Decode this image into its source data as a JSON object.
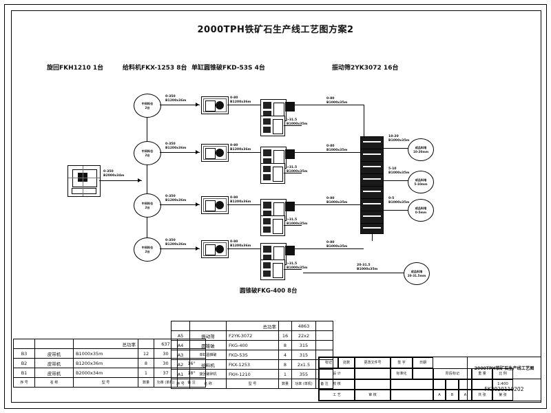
{
  "drawing": {
    "title": "2000TPH铁矿石生产线工艺图方案2",
    "headers": [
      {
        "text": "旋回FKH1210 1台"
      },
      {
        "text": "给料机FKX-1253 8台"
      },
      {
        "text": "单缸圆锥破FKD-53S 4台"
      },
      {
        "text": "振动筛2YK3072 16台"
      }
    ],
    "bottom_caption": "圆锥破FKG-400 8台"
  },
  "flow": {
    "primary_out": {
      "size": "0-350",
      "belt": "B2000x34m"
    },
    "silos": [
      {
        "name": "中间料仓",
        "qty": "2台"
      },
      {
        "name": "中间料仓",
        "qty": "2台"
      },
      {
        "name": "中间料仓",
        "qty": "2台"
      },
      {
        "name": "中间料仓",
        "qty": "2台"
      }
    ],
    "silo_out": {
      "size": "0-350",
      "belt": "B1200x36m"
    },
    "cone_in": {
      "size": "0-80",
      "belt": "B1200x36m"
    },
    "cone_out": {
      "size": "0-80",
      "belt": "B1200x36m"
    },
    "oversize_return": {
      "size": ">31.5",
      "belt": "B1000x35m"
    },
    "screen_feed": {
      "size": "0-80",
      "belt": "B1000x35m"
    },
    "products": [
      {
        "size": "10-20",
        "belt": "B1000x35m",
        "pile": "成品料堆",
        "range": "10-20mm"
      },
      {
        "size": "5-10",
        "belt": "B1000x35m",
        "pile": "成品料堆",
        "range": "5-10mm"
      },
      {
        "size": "0-5",
        "belt": "B1000x35m",
        "pile": "成品料堆",
        "range": "0-5mm"
      },
      {
        "size": "20-31.5",
        "belt": "B1000x35m",
        "pile": "成品料堆",
        "range": "20-31.5mm"
      }
    ]
  },
  "table_belts": {
    "total_label": "总功率",
    "total_value": "637",
    "rows": [
      {
        "no": "B3",
        "name": "皮带机",
        "model": "B1000x35m",
        "qty": "12",
        "power": "30",
        "note": ""
      },
      {
        "no": "B2",
        "name": "皮带机",
        "model": "B1200x36m",
        "qty": "8",
        "power": "30",
        "note": "16°"
      },
      {
        "no": "B1",
        "name": "皮带机",
        "model": "B2000x34m",
        "qty": "1",
        "power": "37",
        "note": "18°"
      }
    ],
    "headers": [
      "序 号",
      "名 称",
      "型 号",
      "数量",
      "功率 (单机)",
      "备 注"
    ]
  },
  "table_equipment": {
    "total_label": "总功率",
    "total_value": "4863",
    "rows": [
      {
        "no": "A5",
        "name": "振动筛",
        "model": "F2YK-3072",
        "qty": "16",
        "power": "22x2",
        "note": ""
      },
      {
        "no": "A4",
        "name": "圆锥破",
        "model": "FKG-400",
        "qty": "8",
        "power": "315",
        "note": ""
      },
      {
        "no": "A3",
        "name": "单缸圆锥破",
        "model": "FKD-53S",
        "qty": "4",
        "power": "315",
        "note": ""
      },
      {
        "no": "A2",
        "name": "给料机",
        "model": "FKX-1253",
        "qty": "8",
        "power": "2x1.5",
        "note": ""
      },
      {
        "no": "A1",
        "name": "旋回破碎机",
        "model": "FKH-1210",
        "qty": "1",
        "power": "355",
        "note": ""
      }
    ],
    "headers": [
      "序 号",
      "名 称",
      "型 号",
      "数量",
      "功率 (单机)",
      "备 注"
    ]
  },
  "title_block": {
    "project": "2000TPH铁矿石生产线工艺图",
    "drawing_no": "FK2020110202",
    "scale_label": "比 例",
    "scale_value": "1:400",
    "stage_label": "阶段标记",
    "weight_label": "重 量",
    "sheet_label": "张 数",
    "row_labels": [
      "标记",
      "处数",
      "更改文件号",
      "签 字",
      "日期"
    ],
    "roles": [
      "设 计",
      "校 核",
      "审 核",
      "工 艺"
    ],
    "approved": "标准化",
    "co_fields": [
      "共 张",
      "第 张"
    ]
  }
}
